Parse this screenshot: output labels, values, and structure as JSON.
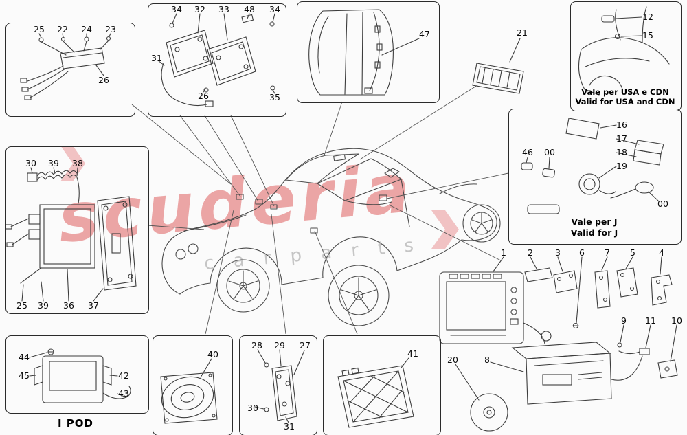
{
  "diagram": {
    "watermark": {
      "brand": "scuderia",
      "subtitle": "c a r   p a r t s",
      "brand_color": "#d63031",
      "subtitle_color": "#9a9a9a"
    },
    "notes": {
      "usa_cdn_line1": "Vale per USA e CDN",
      "usa_cdn_line2": "Valid for USA and CDN",
      "japan_line1": "Vale per J",
      "japan_line2": "Valid for J",
      "ipod_label": "I POD"
    },
    "panels": {
      "antenna_module": {
        "callouts": [
          "25",
          "22",
          "24",
          "23",
          "26"
        ]
      },
      "bracket_plates": {
        "callouts": [
          "34",
          "32",
          "33",
          "48",
          "34",
          "31",
          "26",
          "35"
        ]
      },
      "seat_cable": {
        "callouts": [
          "47"
        ]
      },
      "roof_module": {
        "callouts": [
          "21"
        ]
      },
      "usa_cdn": {
        "callouts": [
          "12",
          "15"
        ]
      },
      "ecu": {
        "callouts": [
          "30",
          "39",
          "38",
          "25",
          "39",
          "36",
          "37"
        ]
      },
      "japan": {
        "callouts": [
          "16",
          "17",
          "18",
          "19",
          "46",
          "00",
          "00"
        ]
      },
      "ipod": {
        "callouts": [
          "44",
          "45",
          "42",
          "43"
        ]
      },
      "speaker": {
        "callouts": [
          "40"
        ]
      },
      "small_bracket": {
        "callouts": [
          "28",
          "29",
          "27",
          "30",
          "31"
        ]
      },
      "amplifier": {
        "callouts": [
          "41"
        ]
      },
      "head_unit": {
        "callouts": [
          "1",
          "2",
          "3",
          "6",
          "7",
          "5",
          "4",
          "9",
          "11",
          "10",
          "20",
          "8"
        ]
      }
    }
  }
}
